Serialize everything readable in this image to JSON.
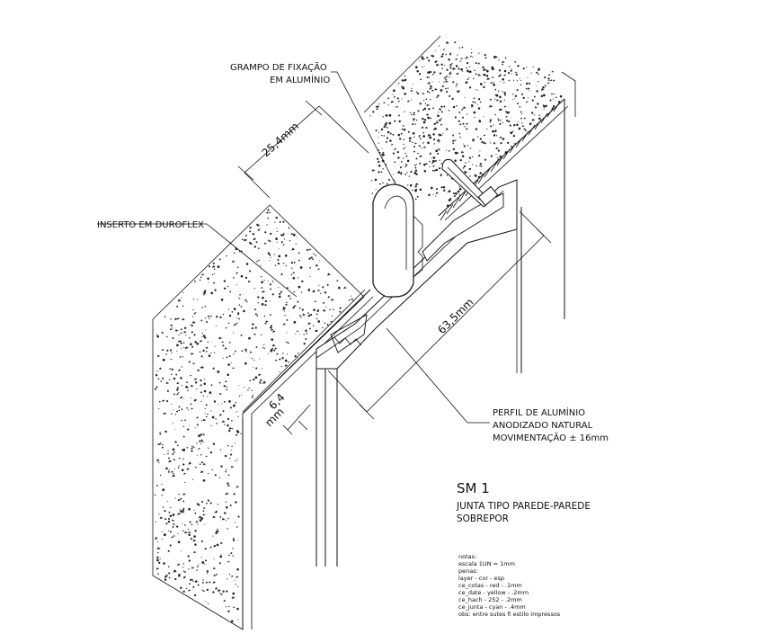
{
  "labels": {
    "clamp_line1": "GRAMPO DE FIXAÇÃO",
    "clamp_line2": "EM ALUMÍNIO",
    "insert": "INSERTO EM DUROFLEX",
    "profile_line1": "PERFIL DE ALUMÍNIO",
    "profile_line2": "ANODIZADO NATURAL",
    "profile_line3": "MOVIMENTAÇÃO ± 16mm"
  },
  "dimensions": {
    "clamp_depth": "25,4mm",
    "profile_width": "63,5mm",
    "lip_value": "6,4",
    "lip_unit": "mm"
  },
  "title_block": {
    "code": "SM 1",
    "line1": "JUNTA TIPO PAREDE-PAREDE",
    "line2": "SOBREPOR"
  },
  "notes": {
    "heading": "notas:",
    "scale": "escala 1UN = 1mm",
    "pens_heading": "penas:",
    "rows": [
      "layer   -   cor   -   esp",
      "ce_cotas  -  red   -  .1mm",
      "ce_date  -  yellow  -  .2mm",
      "ce_hach  -  252   -  .2mm",
      "ce_junta  -  cyan  -  .4mm"
    ],
    "footer": "obs: entre sutes fi estilo impressos"
  }
}
